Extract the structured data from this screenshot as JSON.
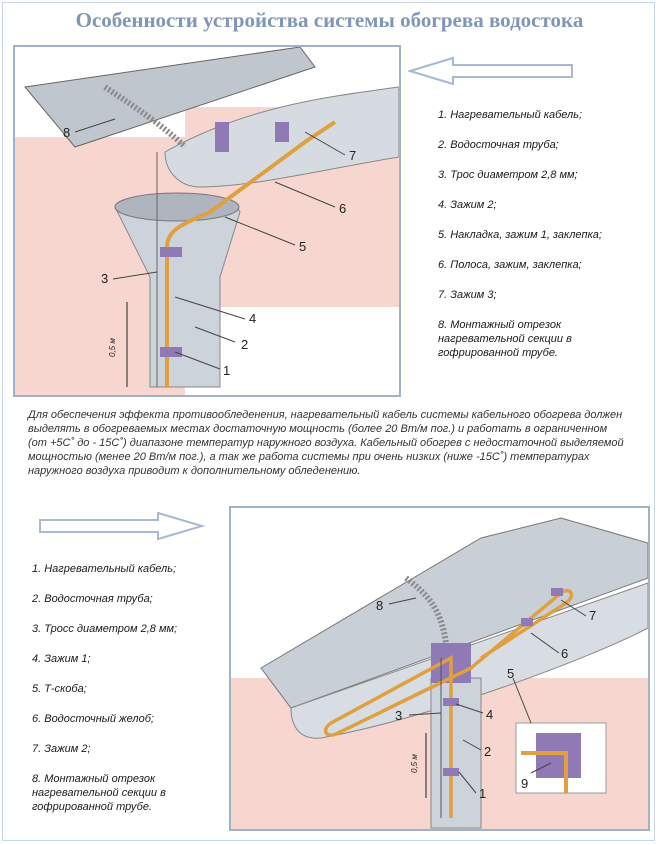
{
  "title": "Особенности устройства системы обогрева водостока",
  "top_legend": [
    "1. Нагревательный кабель;",
    "2. Водосточная труба;",
    "3. Трос диаметром 2,8 мм;",
    "4. Зажим 2;",
    "5. Накладка, зажим 1, заклепка;",
    "6. Полоса, зажим, заклепка;",
    "7. Зажим 3;",
    "8. Монтажный отрезок нагревательной секции в гофрированной трубе."
  ],
  "paragraph": "Для обеспечения эффекта противообледенения, нагревательный кабель системы кабельного обогрева должен выделять в обогреваемых местах достаточную мощность (более 20 Вт/м пог.) и работать в ограниченном (от +5С˚ до - 15С˚) диапазоне температур наружного воздуха. Кабельный обогрев с недостаточной выделяемой мощностью (менее 20 Вт/м пог.), а так же работа системы при очень низких (ниже -15С˚) температурах наружного воздуха приводит к дополнительному обледенению.",
  "bottom_legend": [
    "1. Нагревательный кабель;",
    "2. Водосточная труба;",
    "3. Тросс диаметром 2,8 мм;",
    "4. Зажим 1;",
    "5. Т-скоба;",
    "6. Водосточный желоб;",
    "7. Зажим 2;",
    "8. Монтажный отрезок нагревательной секции в гофрированной трубе."
  ],
  "diagram_top": {
    "callouts": [
      "1",
      "2",
      "3",
      "4",
      "5",
      "6",
      "7",
      "8"
    ],
    "dimension": "0,5 м"
  },
  "diagram_bottom": {
    "callouts": [
      "1",
      "2",
      "3",
      "4",
      "5",
      "6",
      "7",
      "8",
      "9"
    ],
    "dimension": "0,5 м"
  },
  "colors": {
    "title": "#7f96b6",
    "frame": "#9fb2cc",
    "wall": "#f6d6cf",
    "metal": "#c9cfd6",
    "cable": "#e0a040",
    "clamp": "#8f7ab5"
  }
}
